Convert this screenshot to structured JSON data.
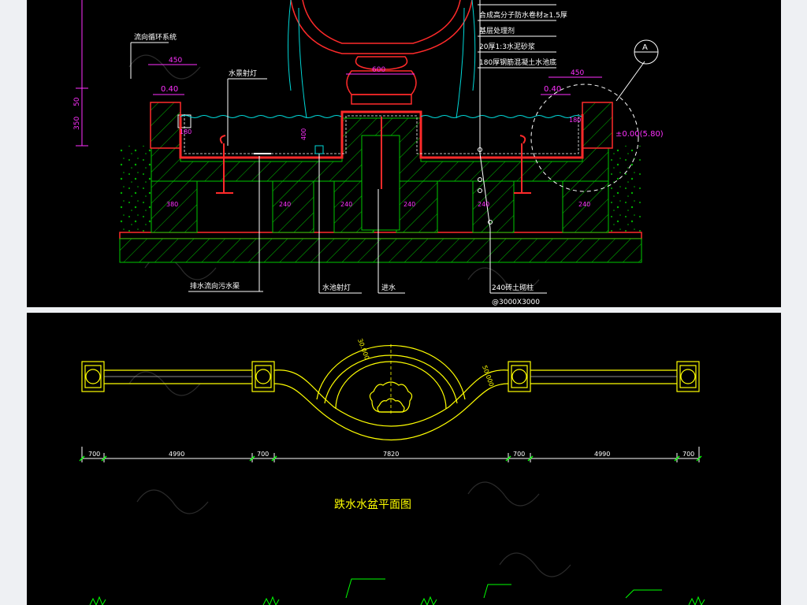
{
  "section": {
    "spec_notes": [
      "合成高分子防水卷材≥1.5厚",
      "基层处理剂",
      "20厚1:3水泥砂浆",
      "180厚钢筋混凝土水池底"
    ],
    "labels": {
      "circ_system": "流向循环系统",
      "underwater_light": "水景射灯",
      "drain_pipe": "排水流向污水渠",
      "pool_light": "水池射灯",
      "inlet": "进水",
      "column": "240砖土砌柱",
      "spacing": "@3000X3000"
    },
    "dims": {
      "w450_left": "450",
      "w450_right": "450",
      "w600": "600",
      "v040_left": "0.40",
      "v040_right": "0.40",
      "d180_left": "180",
      "d180_right": "180",
      "h400": "400",
      "h350": "350",
      "h50": "50",
      "d380": "380",
      "d240a": "240",
      "d240b": "240",
      "d240c": "240",
      "d240d": "240",
      "d240e": "240",
      "elev": "±0.00(5.80)"
    },
    "callout": "A"
  },
  "plan": {
    "title": "跌水水盆平面图",
    "dims": [
      "700",
      "4990",
      "700",
      "7820",
      "700",
      "4990",
      "700"
    ],
    "arc_labels": [
      "30.000",
      "50.000"
    ]
  },
  "colors": {
    "wall": "#ff2a2a",
    "hatch": "#00c800",
    "water": "#00d8d8",
    "note": "#ffffff",
    "dim_text": "#ff30ff",
    "plan_line": "#ffff00",
    "plan_text": "#ffff00"
  }
}
